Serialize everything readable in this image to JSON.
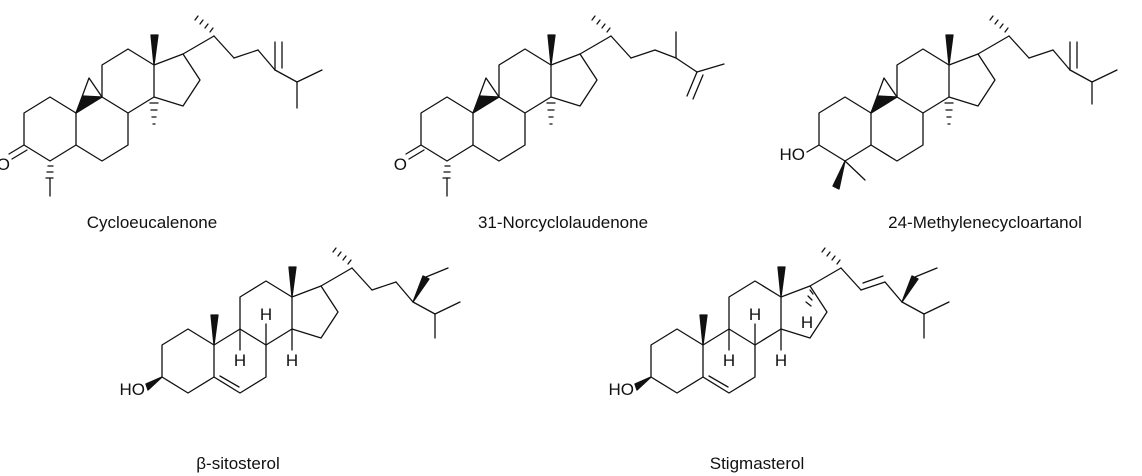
{
  "figure": {
    "compounds": [
      {
        "name": "Cycloeucalenone",
        "atom_labels": [
          "O"
        ],
        "stereo_h": []
      },
      {
        "name": "31-Norcyclolaudenone",
        "atom_labels": [
          "O"
        ],
        "stereo_h": []
      },
      {
        "name": "24-Methylenecycloartanol",
        "atom_labels": [
          "HO"
        ],
        "stereo_h": []
      },
      {
        "name": "β-sitosterol",
        "atom_labels": [
          "HO"
        ],
        "stereo_h": [
          "H",
          "H",
          "H"
        ]
      },
      {
        "name": "Stigmasterol",
        "atom_labels": [
          "HO"
        ],
        "stereo_h": [
          "H",
          "H",
          "H",
          "H"
        ]
      }
    ]
  }
}
